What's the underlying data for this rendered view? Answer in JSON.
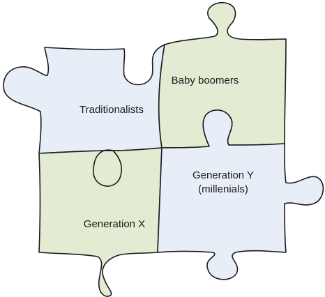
{
  "pieces": {
    "traditionalists": {
      "label": "Traditionalists",
      "color": "#E8EEF8"
    },
    "baby_boomers": {
      "label": "Baby boomers",
      "color": "#E3EBD3"
    },
    "generation_x": {
      "label": "Generation X",
      "color": "#E3EBD3"
    },
    "generation_y": {
      "label_line1": "Generation Y",
      "label_line2": "(millenials)",
      "color": "#E8EEF8"
    }
  },
  "outline_color": "#1a1a1a"
}
